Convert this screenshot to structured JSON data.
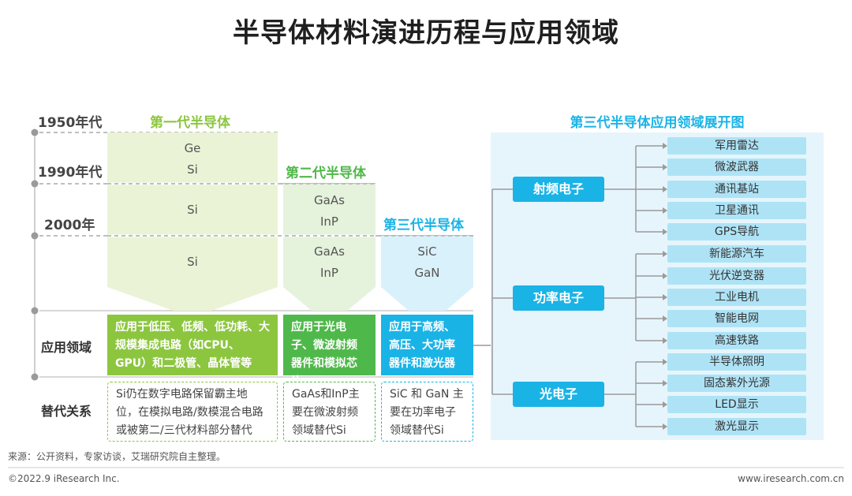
{
  "title": "半导体材料演进历程与应用领域",
  "eras": [
    "1950年代",
    "1990年代",
    "2000年"
  ],
  "generations": [
    {
      "name": "第一代半导体",
      "materials_rows": [
        [
          "Ge",
          "Si"
        ],
        [
          "Si"
        ],
        [
          "Si"
        ]
      ]
    },
    {
      "name": "第二代半导体",
      "materials_rows": [
        [
          "GaAs",
          "InP"
        ],
        [
          "GaAs",
          "InP"
        ]
      ]
    },
    {
      "name": "第三代半导体",
      "materials_rows": [
        [
          "SiC",
          "GaN"
        ]
      ]
    }
  ],
  "row_labels": {
    "application": "应用领域",
    "replacement": "替代关系"
  },
  "applications": [
    "应用于低压、低频、低功耗、大规模集成电路（如CPU、GPU）和二极管、晶体管等",
    "应用于光电子、微波射频器件和模拟芯片",
    "应用于高频、高压、大功率器件和激光器"
  ],
  "replacements": [
    "Si仍在数字电路保留霸主地位，在模拟电路/数模混合电路或被第二/三代材料部分替代",
    "GaAs和InP主要在微波射频领域替代Si",
    "SiC 和 GaN 主要在功率电子领域替代Si"
  ],
  "expansion": {
    "title": "第三代半导体应用领域展开图",
    "categories": [
      {
        "name": "射频电子",
        "items": [
          "军用雷达",
          "微波武器",
          "通讯基站",
          "卫星通讯",
          "GPS导航"
        ]
      },
      {
        "name": "功率电子",
        "items": [
          "新能源汽车",
          "光伏逆变器",
          "工业电机",
          "智能电网",
          "高速铁路"
        ]
      },
      {
        "name": "光电子",
        "items": [
          "半导体照明",
          "固态紫外光源",
          "LED显示",
          "激光显示"
        ]
      }
    ]
  },
  "source": "来源：公开资料，专家访谈，艾瑞研究院自主整理。",
  "copyright": "©2022.9 iResearch Inc.",
  "website": "www.iresearch.com.cn",
  "colors": {
    "gen1_bg": "#eaf3d6",
    "gen1_accent": "#8cc63f",
    "gen2_bg": "#e5f2dc",
    "gen2_accent": "#4fb84a",
    "gen3_bg": "#d9f1fb",
    "gen3_accent": "#1ab3e6",
    "panel_bg": "#e6f5fc",
    "leaf_bg": "#aee3f6"
  }
}
